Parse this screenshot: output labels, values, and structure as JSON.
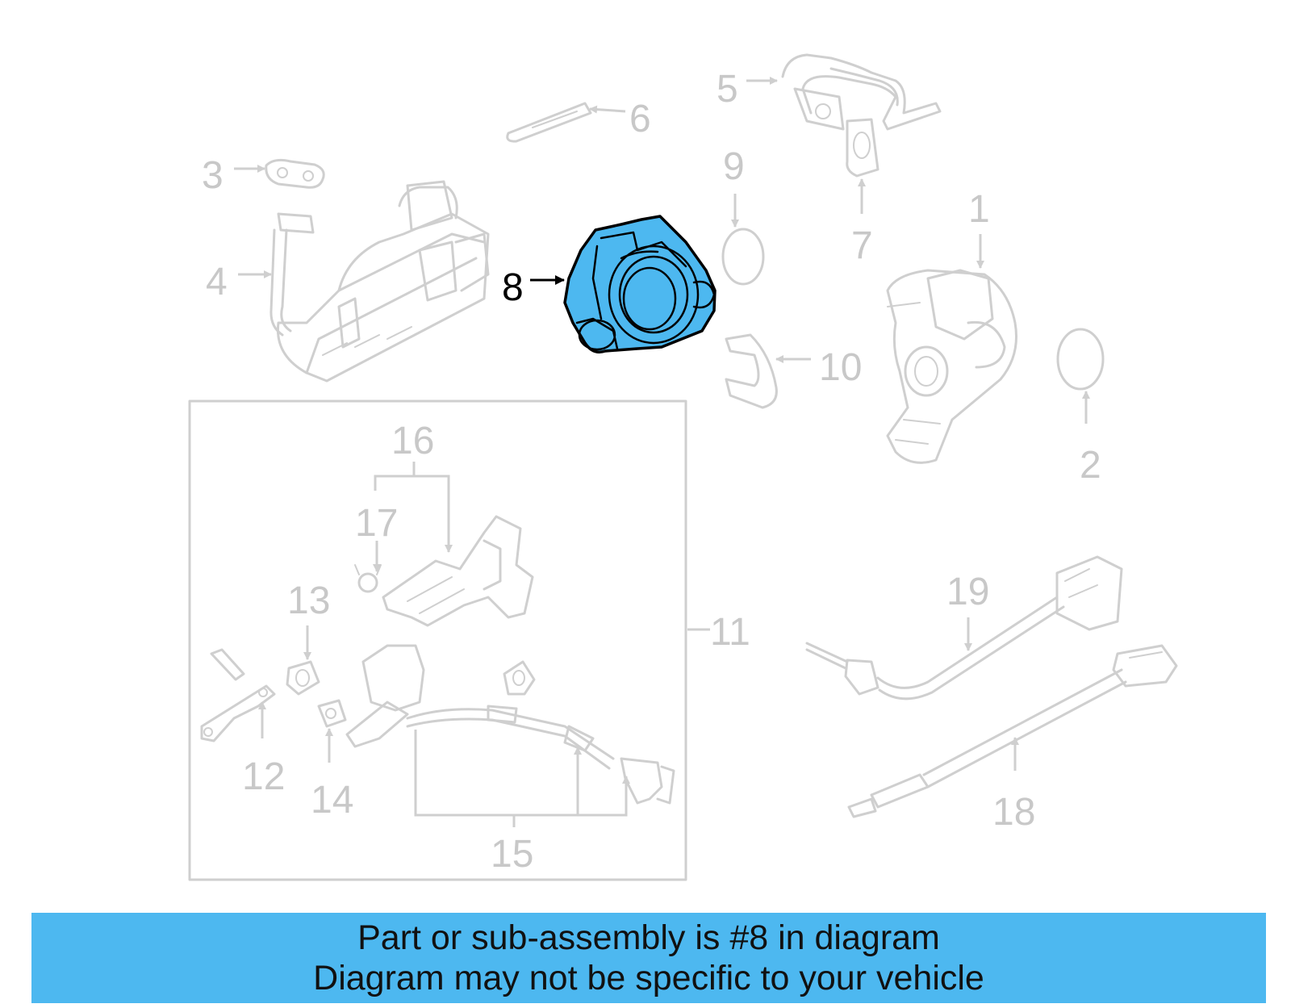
{
  "diagram": {
    "highlight_color": "#4db8f0",
    "ghost_color": "#cfcfcf",
    "highlighted_part": "8",
    "callouts": {
      "c1": "1",
      "c2": "2",
      "c3": "3",
      "c4": "4",
      "c5": "5",
      "c6": "6",
      "c7": "7",
      "c8": "8",
      "c9": "9",
      "c10": "10",
      "c11": "11",
      "c12": "12",
      "c13": "13",
      "c14": "14",
      "c15": "15",
      "c16": "16",
      "c17": "17",
      "c18": "18",
      "c19": "19"
    }
  },
  "banner": {
    "background": "#4db8f0",
    "line1": "Part or sub-assembly is #8 in diagram",
    "line2": "Diagram may not be specific to your vehicle"
  }
}
